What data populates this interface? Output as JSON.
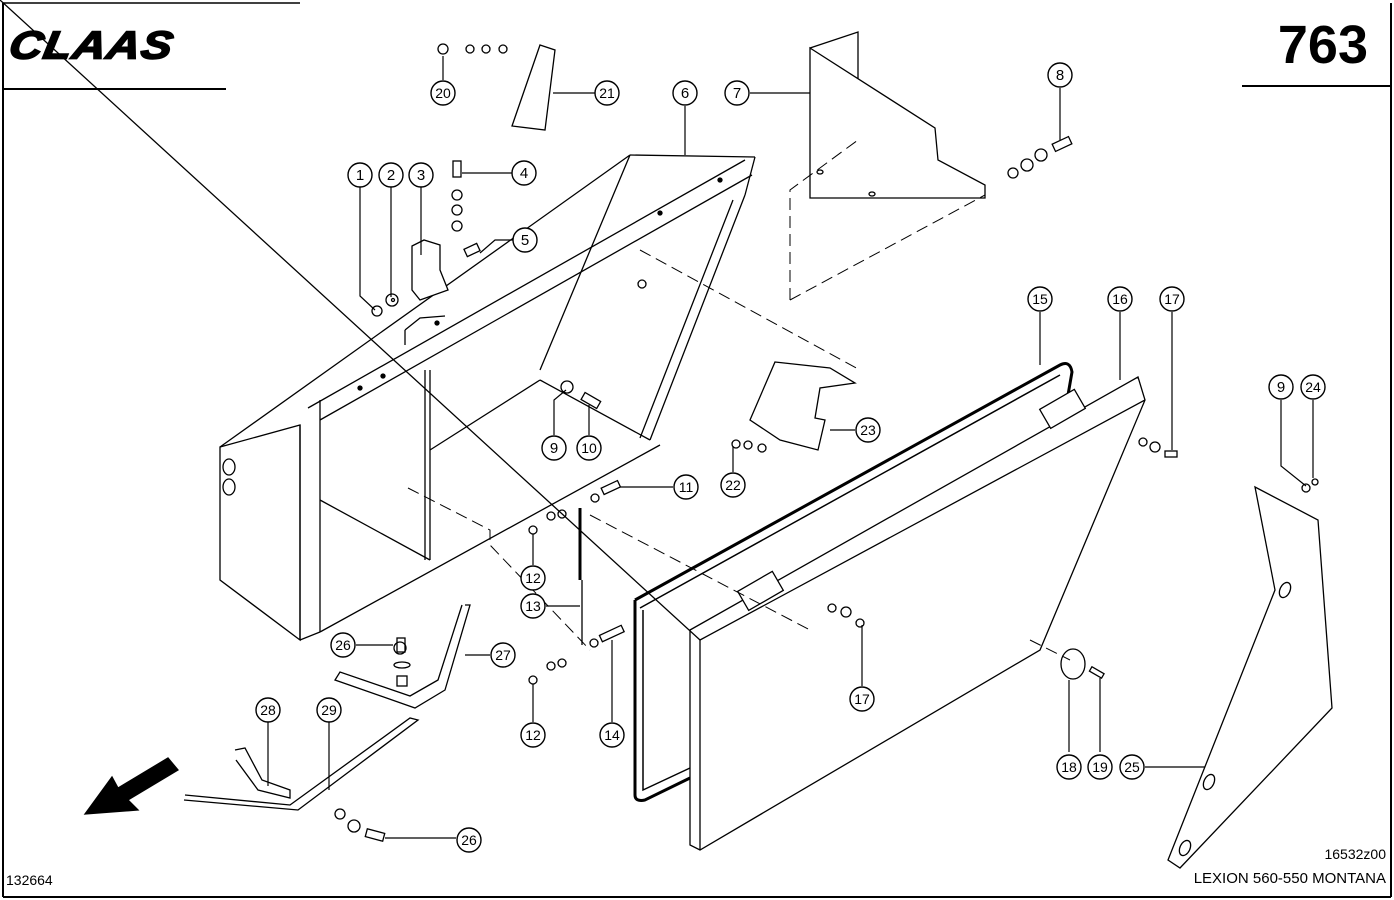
{
  "header": {
    "brand": "CLAAS",
    "page_number": "763"
  },
  "footer": {
    "drawing_number": "132664",
    "reference_code": "16532z00",
    "model": "LEXION 560-550 MONTANA"
  },
  "callouts": [
    {
      "id": "1",
      "label": "1"
    },
    {
      "id": "2",
      "label": "2"
    },
    {
      "id": "3",
      "label": "3"
    },
    {
      "id": "4",
      "label": "4"
    },
    {
      "id": "5",
      "label": "5"
    },
    {
      "id": "6",
      "label": "6"
    },
    {
      "id": "7",
      "label": "7"
    },
    {
      "id": "8",
      "label": "8"
    },
    {
      "id": "9a",
      "label": "9"
    },
    {
      "id": "10",
      "label": "10"
    },
    {
      "id": "11",
      "label": "11"
    },
    {
      "id": "12a",
      "label": "12"
    },
    {
      "id": "12b",
      "label": "12"
    },
    {
      "id": "13",
      "label": "13"
    },
    {
      "id": "14",
      "label": "14"
    },
    {
      "id": "15",
      "label": "15"
    },
    {
      "id": "16",
      "label": "16"
    },
    {
      "id": "17a",
      "label": "17"
    },
    {
      "id": "17b",
      "label": "17"
    },
    {
      "id": "18",
      "label": "18"
    },
    {
      "id": "19",
      "label": "19"
    },
    {
      "id": "20",
      "label": "20"
    },
    {
      "id": "21",
      "label": "21"
    },
    {
      "id": "22",
      "label": "22"
    },
    {
      "id": "23",
      "label": "23"
    },
    {
      "id": "9b",
      "label": "9"
    },
    {
      "id": "24",
      "label": "24"
    },
    {
      "id": "25",
      "label": "25"
    },
    {
      "id": "26a",
      "label": "26"
    },
    {
      "id": "26b",
      "label": "26"
    },
    {
      "id": "27",
      "label": "27"
    },
    {
      "id": "28",
      "label": "28"
    },
    {
      "id": "29",
      "label": "29"
    }
  ],
  "icons": {
    "direction_arrow": "travel-direction-arrow-icon"
  }
}
